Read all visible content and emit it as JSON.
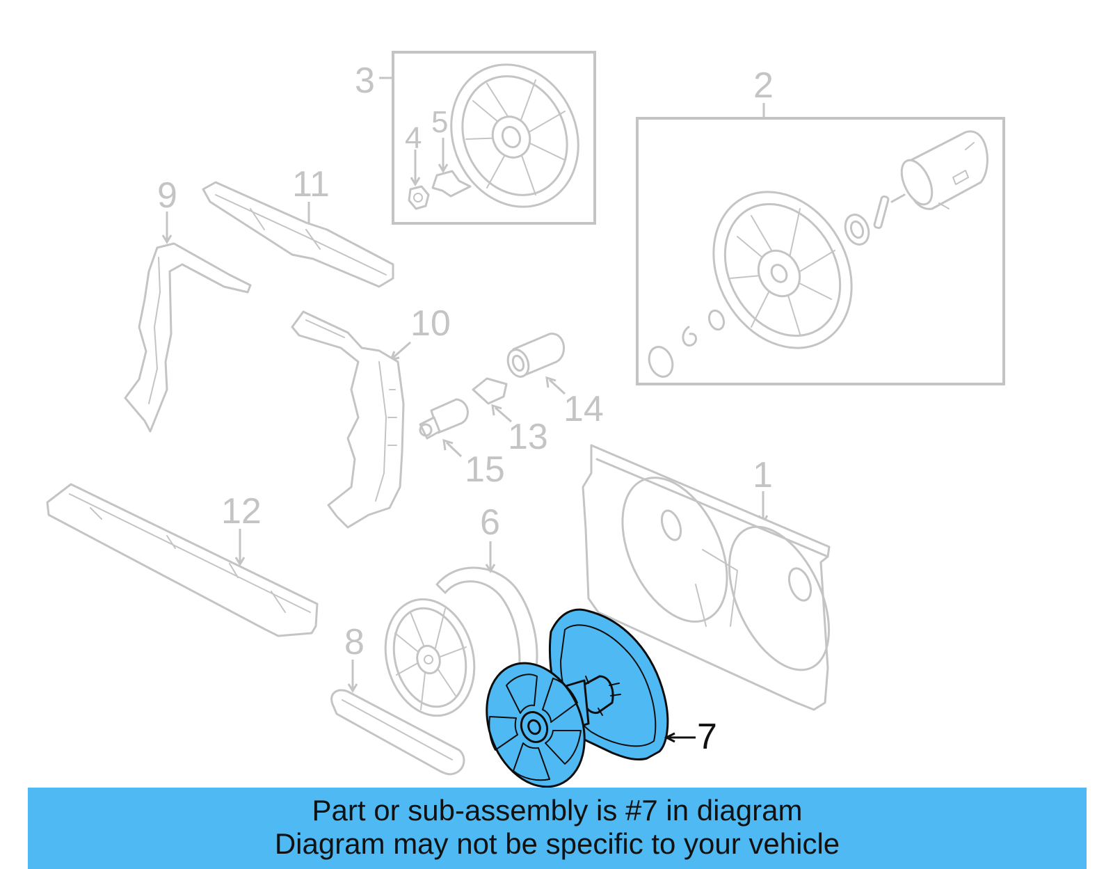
{
  "callouts": {
    "c1": "1",
    "c2": "2",
    "c3": "3",
    "c4": "4",
    "c5": "5",
    "c6": "6",
    "c7": "7",
    "c8": "8",
    "c9": "9",
    "c10": "10",
    "c11": "11",
    "c12": "12",
    "c13": "13",
    "c14": "14",
    "c15": "15"
  },
  "highlighted_part": "7",
  "colors": {
    "highlight": "#4fb9f3",
    "ghost": "#c4c4c4",
    "banner": "#4fb9f3"
  },
  "banner": {
    "line1": "Part or sub-assembly is #7 in diagram",
    "line2": "Diagram may not be specific to your vehicle"
  }
}
